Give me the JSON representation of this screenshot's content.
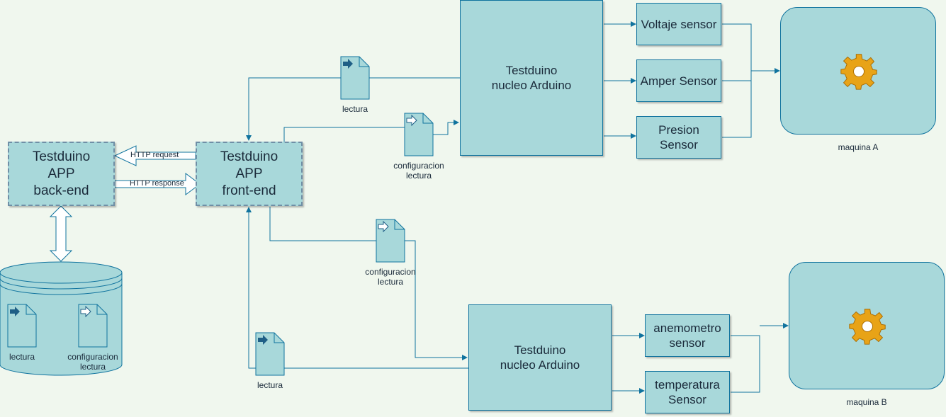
{
  "app_backend": "Testduino\nAPP\nback-end",
  "app_frontend": "Testduino\nAPP\nfront-end",
  "http_request": "HTTP request",
  "http_response": "HTTP response",
  "arduino_top": "Testduino\nnucleo Arduino",
  "arduino_bottom": "Testduino\nnucleo Arduino",
  "sensors_a": [
    "Voltaje sensor",
    "Amper Sensor",
    "Presion\nSensor"
  ],
  "sensors_b": [
    "anemometro\nsensor",
    "temperatura\nSensor"
  ],
  "machine_a": "maquina A",
  "machine_b": "maquina B",
  "doc_lectura": "lectura",
  "doc_config": "configuracion\nlectura",
  "colors": {
    "fill": "#a8d8da",
    "stroke": "#10739e",
    "background": "#f0f7ee"
  },
  "icons": [
    "gear-icon",
    "document-icon",
    "database-icon"
  ]
}
